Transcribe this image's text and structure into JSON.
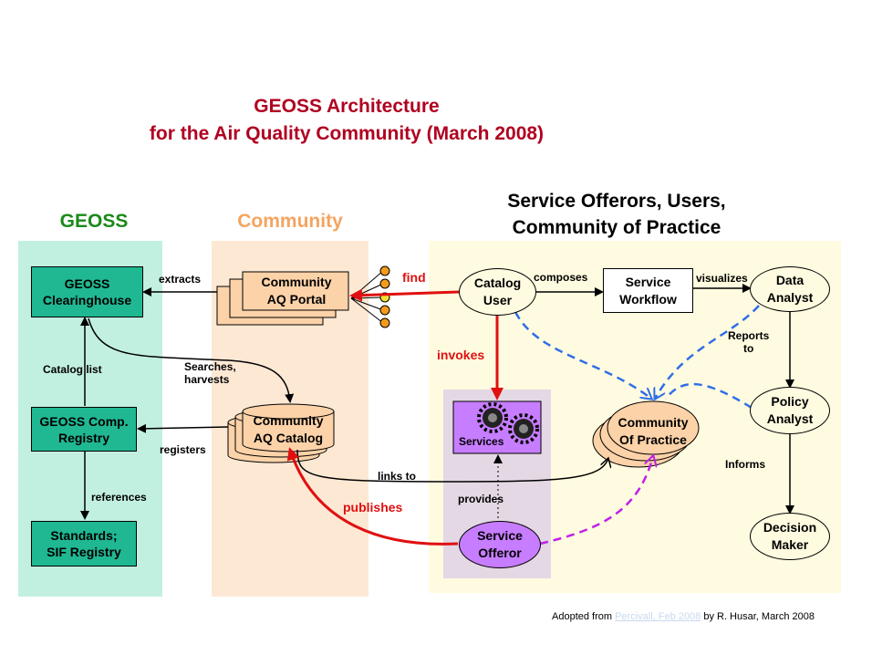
{
  "title": {
    "line1": "GEOSS Architecture",
    "line2": "for the Air Quality Community (March 2008)"
  },
  "columns": {
    "geoss": "GEOSS",
    "community": "Community",
    "service_line1": "Service Offerors, Users,",
    "service_line2": "Community of Practice"
  },
  "colors": {
    "title": "#b00020",
    "geoss_heading": "#1a8a1a",
    "community_heading": "#f4a460",
    "geoss_panel": "#c2f0e0",
    "community_panel": "#fde8d4",
    "service_panel": "#fffbe0",
    "geoss_box": "#1fb892",
    "community_box": "#fcd2a8",
    "services_box": "#c77dff",
    "red_arrow": "#e01010",
    "blue_dashed": "#2f6ee8",
    "purple_dashed": "#c020e8"
  },
  "nodes": {
    "geoss_clearinghouse": "GEOSS\nClearinghouse",
    "geoss_registry": "GEOSS Comp.\nRegistry",
    "standards_registry": "Standards;\nSIF Registry",
    "aq_portal": "Community\nAQ Portal",
    "aq_catalog": "Community\nAQ Catalog",
    "catalog_user": "Catalog\nUser",
    "service_workflow": "Service\nWorkflow",
    "data_analyst": "Data\nAnalyst",
    "policy_analyst": "Policy\nAnalyst",
    "decision_maker": "Decision\nMaker",
    "community_practice": "Community\nOf Practice",
    "services": "Services",
    "service_offeror": "Service\nOfferor"
  },
  "edge_labels": {
    "extracts": "extracts",
    "catalog_list": "Catalog list",
    "searches": "Searches,\nharvests",
    "registers": "registers",
    "references": "references",
    "find": "find",
    "invokes": "invokes",
    "publishes": "publishes",
    "links_to": "links to",
    "provides": "provides",
    "composes": "composes",
    "visualizes": "visualizes",
    "reports_to": "Reports\nto",
    "informs": "Informs"
  },
  "footer": {
    "prefix": "Adopted from ",
    "link": "Percivall, Feb 2008",
    "suffix": " by R. Husar, March 2008"
  }
}
